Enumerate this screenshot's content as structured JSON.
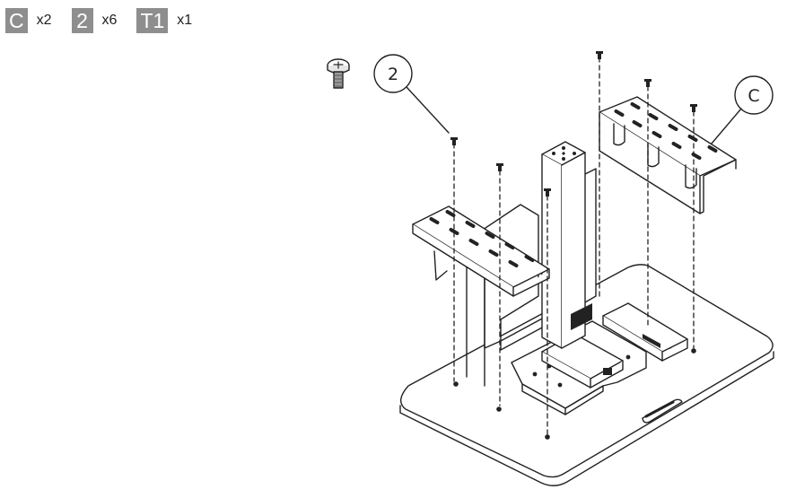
{
  "parts": [
    {
      "label": "C",
      "qty": "x2"
    },
    {
      "label": "2",
      "qty": "x6"
    },
    {
      "label": "T1",
      "qty": "x1"
    }
  ],
  "callouts": {
    "screw": "2",
    "bracket": "C"
  },
  "icons": [
    "screw-icon"
  ],
  "colors": {
    "badge": "#8e8e8e",
    "line": "#222222",
    "background": "#ffffff"
  }
}
